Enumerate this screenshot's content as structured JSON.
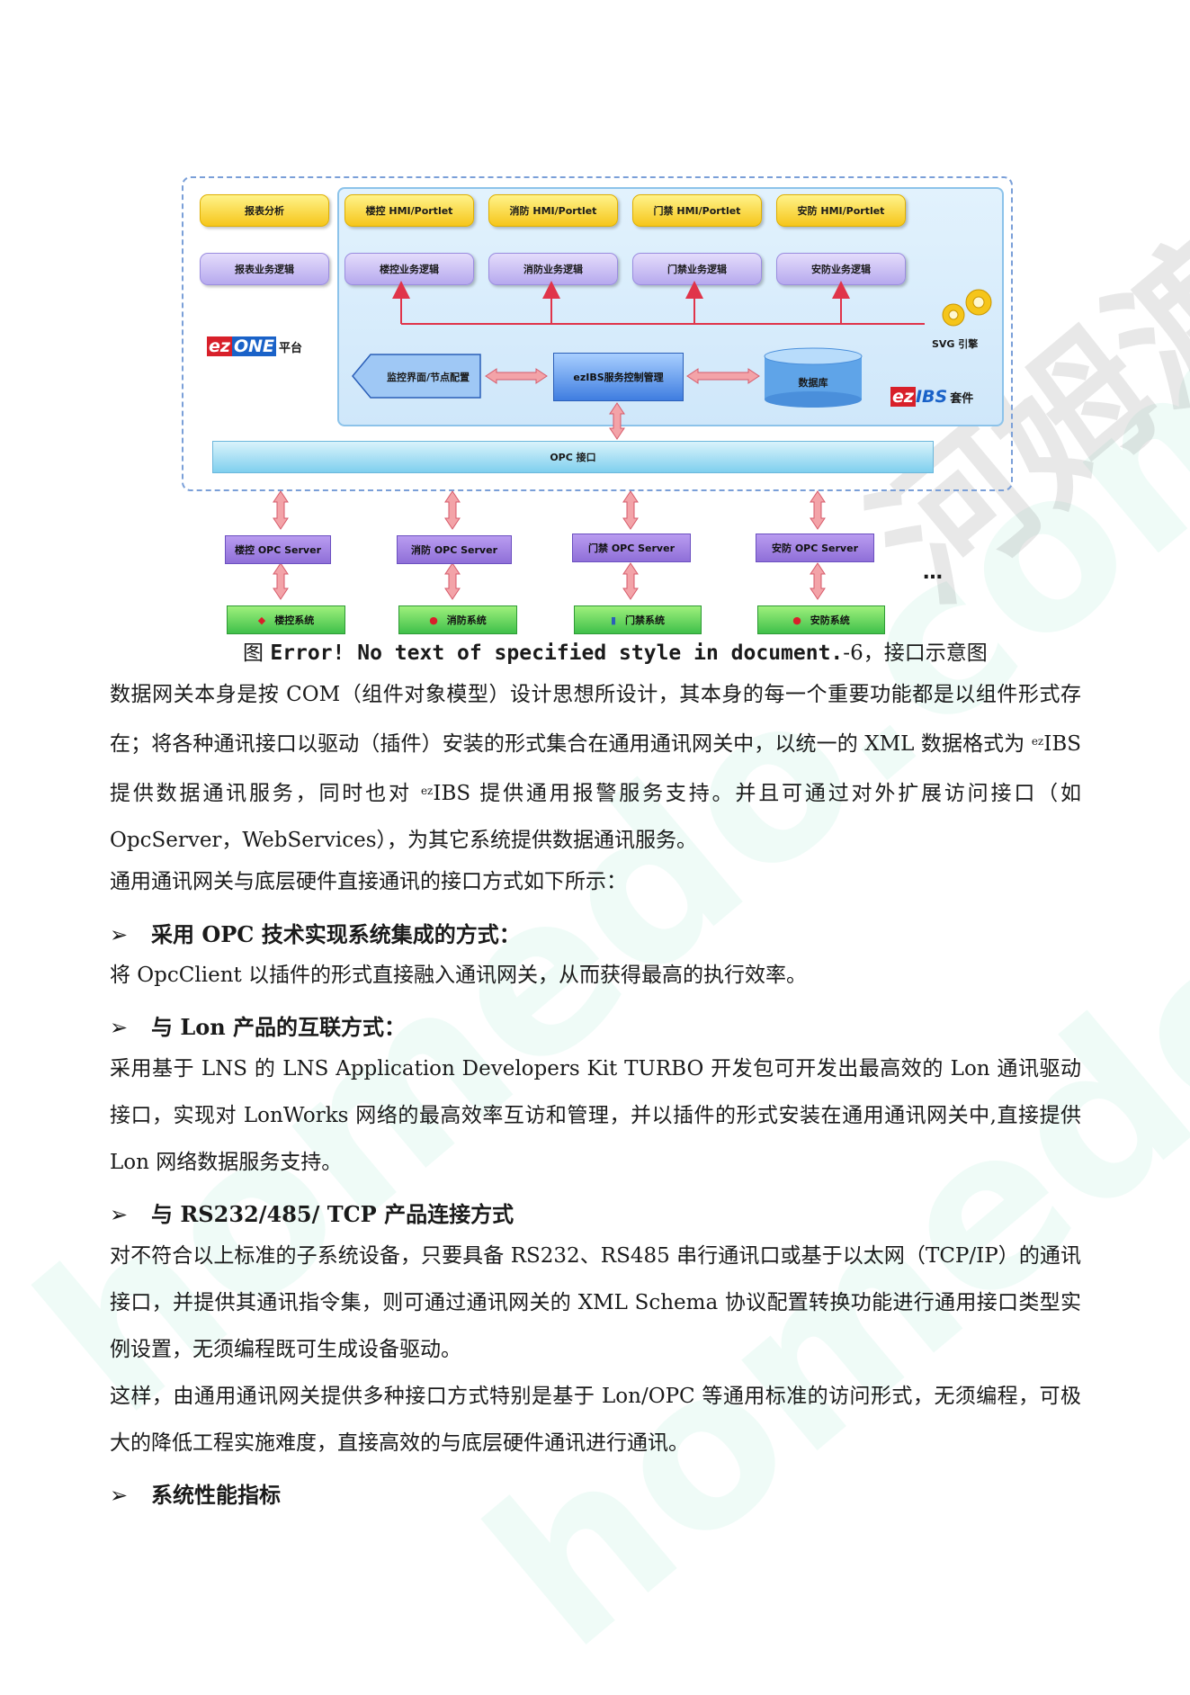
{
  "watermark": {
    "text_left": "homedo.com",
    "text_right": "homedo.com",
    "text_cn": "河姆渡"
  },
  "diagram": {
    "left_column": {
      "top_label": "报表分析",
      "logic_label": "报表业务逻辑",
      "platform_label": "平台",
      "platform_logo": "ezONE"
    },
    "portlets": [
      "楼控 HMI/Portlet",
      "消防 HMI/Portlet",
      "门禁 HMI/Portlet",
      "安防 HMI/Portlet"
    ],
    "logic_boxes": [
      "楼控业务逻辑",
      "消防业务逻辑",
      "门禁业务逻辑",
      "安防业务逻辑"
    ],
    "svg_engine_label": "SVG 引擎",
    "monitor_label": "监控界面/节点配置",
    "control_label": "ezIBS服务控制管理",
    "database_label": "数据库",
    "ibs_suite_label": "套件",
    "ibs_logo": "ezIBS",
    "opc_bar_label": "OPC 接口",
    "opc_servers": [
      "楼控 OPC Server",
      "消防 OPC Server",
      "门禁 OPC Server",
      "安防 OPC Server"
    ],
    "systems": [
      "楼控系统",
      "消防系统",
      "门禁系统",
      "安防系统"
    ],
    "ellipsis": "…"
  },
  "caption": {
    "prefix": "图",
    "error_text": "Error! No text of specified style in document.",
    "suffix": "-6，接口示意图"
  },
  "paragraphs": {
    "p1": "数据网关本身是按 COM（组件对象模型）设计思想所设计，其本身的每一个重要功能都是以组件形式存在；将各种通讯接口以驱动（插件）安装的形式集合在通用通讯网关中，以统一的 XML 数据格式为 ezIBS 提供数据通讯服务，同时也对 ezIBS 提供通用报警服务支持。并且可通过对外扩展访问接口（如 OpcServer，WebServices），为其它系统提供数据通讯服务。",
    "p1_a": "数据网关本身是按 COM（组件对象模型）设计思想所设计，其本身的每一个重要功能都是以组件形式存在；将各种通讯接口以驱动（插件）安装的形式集合在通用通讯网关中，以统一的 XML 数据格式为 ",
    "p1_b": "IBS 提供数据通讯服务，同时也对 ",
    "p1_c": "IBS 提供通用报警服务支持。并且可通过对外扩展访问接口（如 OpcServer，WebServices），为其它系统提供数据通讯服务。",
    "ez": "ez",
    "p2": "通用通讯网关与底层硬件直接通讯的接口方式如下所示：",
    "b1": "采用 OPC 技术实现系统集成的方式：",
    "p3": "将 OpcClient 以插件的形式直接融入通讯网关，从而获得最高的执行效率。",
    "b2": "与 Lon 产品的互联方式：",
    "p4": "采用基于 LNS 的 LNS Application Developers Kit TURBO 开发包可开发出最高效的 Lon 通讯驱动接口，实现对 LonWorks 网络的最高效率互访和管理，并以插件的形式安装在通用通讯网关中,直接提供 Lon 网络数据服务支持。",
    "b3": "与 RS232/485/ TCP 产品连接方式",
    "p5": "对不符合以上标准的子系统设备，只要具备 RS232、RS485 串行通讯口或基于以太网（TCP/IP）的通讯接口，并提供其通讯指令集，则可通过通讯网关的 XML Schema 协议配置转换功能进行通用接口类型实例设置，无须编程既可生成设备驱动。",
    "p6": "这样，由通用通讯网关提供多种接口方式特别是基于 Lon/OPC 等通用标准的访问形式，无须编程，可极大的降低工程实施难度，直接高效的与底层硬件通讯进行通讯。",
    "b4": "系统性能指标"
  },
  "bullet_symbol": "➢",
  "colors": {
    "yellow_pill": "#f6c61a",
    "lavender_pill": "#b6a9ee",
    "panel_bg": "#d8ecfb",
    "arrow_red": "#e0344a",
    "arrow_pink": "#f3a3a8",
    "purple_box": "#8f6fd8",
    "green_box": "#3fc04a",
    "ez_red": "#d8202a",
    "ez_blue": "#1a62c8"
  }
}
